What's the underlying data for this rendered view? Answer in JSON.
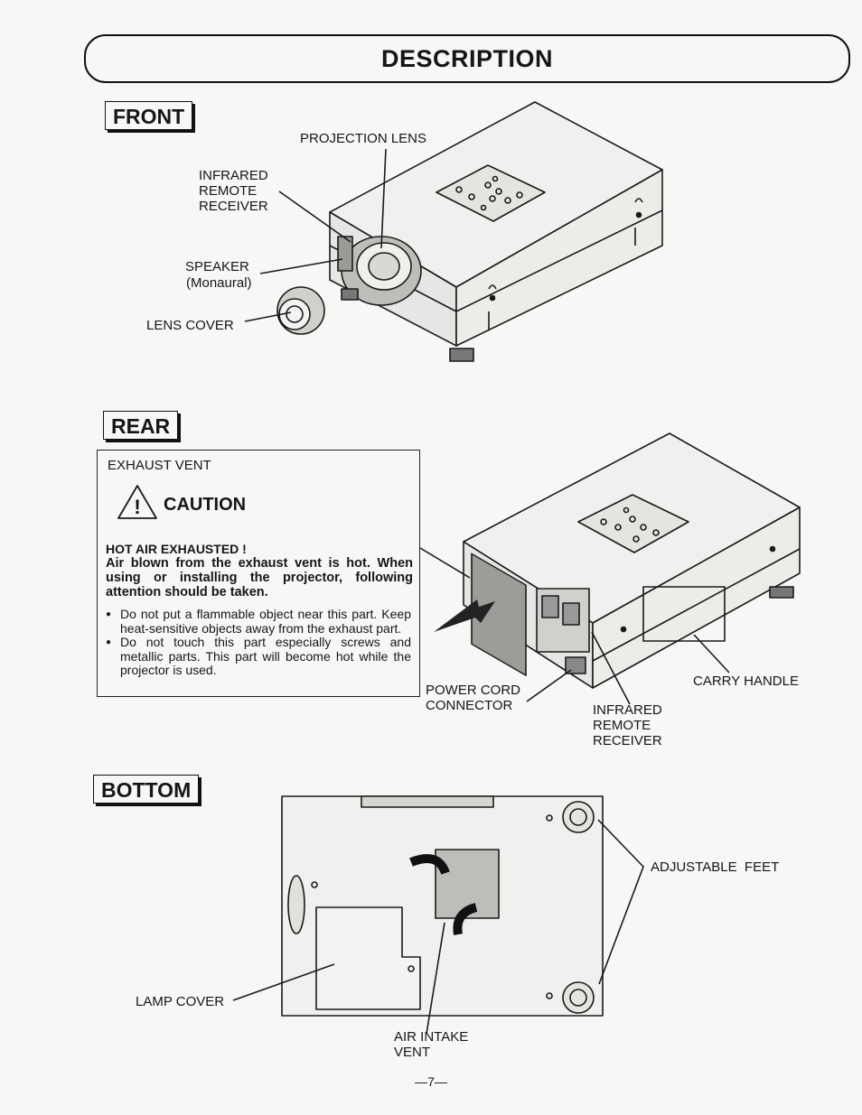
{
  "header": {
    "title": "DESCRIPTION"
  },
  "front": {
    "section_label": "FRONT",
    "labels": {
      "projection_lens": "PROJECTION LENS",
      "infrared_remote_receiver": [
        "INFRARED",
        "REMOTE",
        "RECEIVER"
      ],
      "speaker": "SPEAKER",
      "speaker_note": "(Monaural)",
      "lens_cover": "LENS COVER"
    }
  },
  "rear": {
    "section_label": "REAR",
    "exhaust_vent": "EXHAUST VENT",
    "caution": {
      "heading": "CAUTION",
      "icon": "warning-triangle-icon",
      "hot_title": "HOT AIR EXHAUSTED !",
      "hot_body": "Air blown from the exhaust vent is hot. When using or installing the projector, following attention should be taken.",
      "bullets": [
        "Do not put a flammable object near this part. Keep heat-sensitive objects away from the exhaust part.",
        "Do not touch this part especially screws and metallic parts. This part will become hot while the projector is used."
      ]
    },
    "labels": {
      "power_cord_connector": [
        "POWER CORD",
        "CONNECTOR"
      ],
      "infrared_remote_receiver": [
        "INFRARED",
        "REMOTE",
        "RECEIVER"
      ],
      "carry_handle": "CARRY HANDLE"
    }
  },
  "bottom": {
    "section_label": "BOTTOM",
    "labels": {
      "adjustable_feet": "ADJUSTABLE  FEET",
      "lamp_cover": "LAMP COVER",
      "air_intake_vent": [
        "AIR INTAKE",
        "VENT"
      ]
    }
  },
  "footer": {
    "page_number": "—7—"
  }
}
